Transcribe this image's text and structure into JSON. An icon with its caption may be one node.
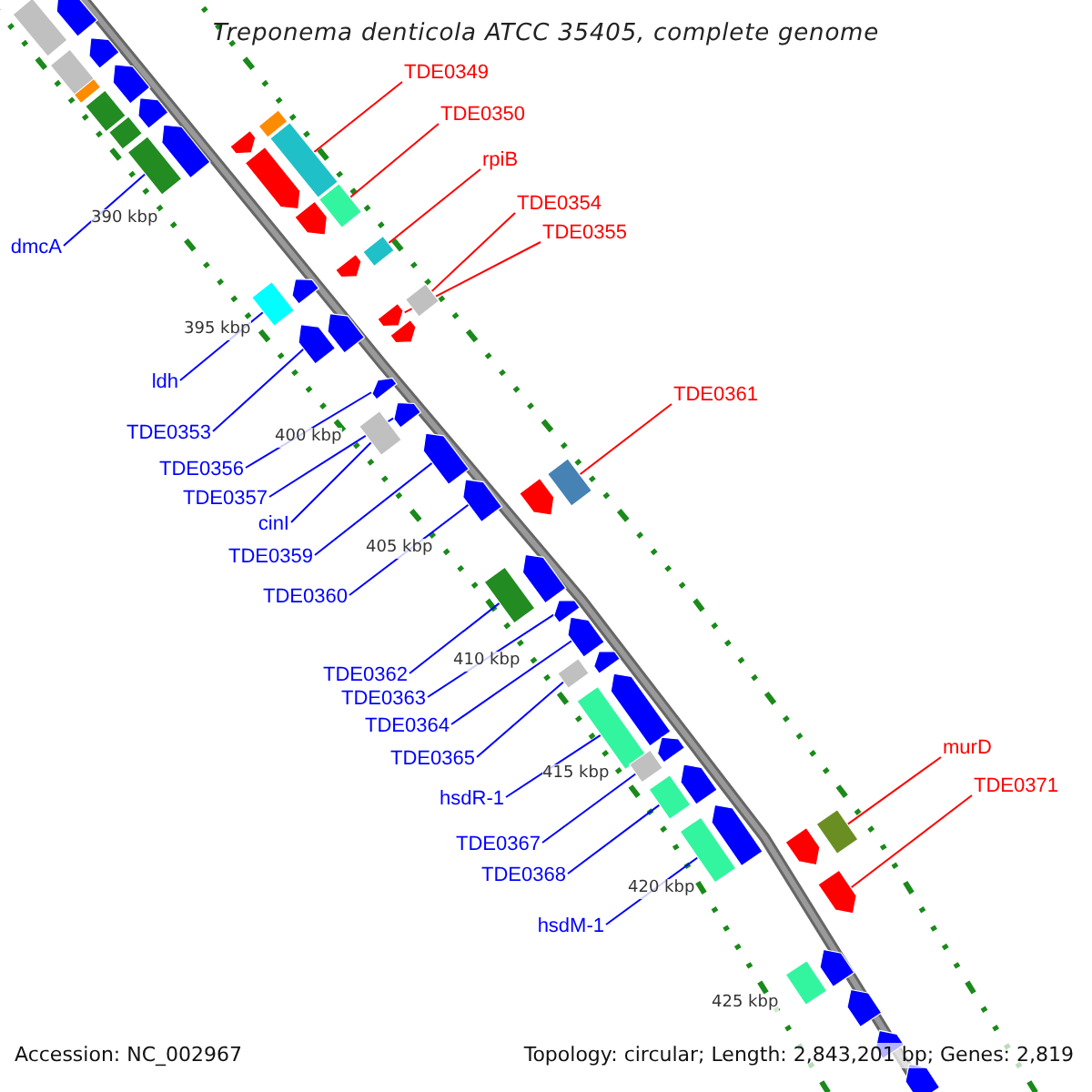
{
  "diagram": {
    "title": "Treponema denticola ATCC 35405, complete genome",
    "nodes": [
      {
        "text": [
          "TDE0349"
        ]
      },
      {
        "text": [
          "TDE0350"
        ]
      },
      {
        "text": [
          "rpiB"
        ]
      },
      {
        "text": [
          "TDE0354"
        ]
      },
      {
        "text": [
          "TDE0355"
        ]
      },
      {
        "text": [
          "dmcA"
        ]
      },
      {
        "text": [
          "ldh"
        ]
      },
      {
        "text": [
          "TDE0361"
        ]
      },
      {
        "text": [
          "TDE0353"
        ]
      },
      {
        "text": [
          "TDE0356"
        ]
      },
      {
        "text": [
          "TDE0357"
        ]
      },
      {
        "text": [
          "cinI"
        ]
      },
      {
        "text": [
          "TDE0359"
        ]
      },
      {
        "text": [
          "TDE0360"
        ]
      },
      {
        "text": [
          "TDE0362"
        ]
      },
      {
        "text": [
          "TDE0363"
        ]
      },
      {
        "text": [
          "TDE0364"
        ]
      },
      {
        "text": [
          "murD"
        ]
      },
      {
        "text": [
          "TDE0365"
        ]
      },
      {
        "text": [
          "TDE0371"
        ]
      },
      {
        "text": [
          "hsdR-1"
        ]
      },
      {
        "text": [
          "TDE0367"
        ]
      },
      {
        "text": [
          "TDE0368"
        ]
      },
      {
        "text": [
          "hsdM-1"
        ]
      },
      {
        "text": [],
        "shape": "arrow"
      },
      {
        "text": [],
        "shape": "box"
      },
      {
        "text": [],
        "shape": "arrow"
      },
      {
        "text": [],
        "shape": "box"
      },
      {
        "text": [],
        "shape": "arrow"
      },
      {
        "text": [],
        "shape": "box"
      },
      {
        "text": [],
        "shape": "arrow"
      },
      {
        "text": [],
        "shape": "box"
      },
      {
        "text": [],
        "shape": "box"
      },
      {
        "text": [],
        "shape": "box"
      },
      {
        "text": [],
        "shape": "arrow"
      },
      {
        "text": [],
        "shape": "arrow"
      },
      {
        "text": [],
        "shape": "box"
      },
      {
        "text": [],
        "shape": "box"
      },
      {
        "text": [],
        "shape": "arrow"
      },
      {
        "text": [],
        "shape": "box"
      },
      {
        "text": [],
        "shape": "arrow"
      },
      {
        "text": [],
        "shape": "box"
      },
      {
        "text": [],
        "shape": "arrow"
      },
      {
        "text": [],
        "shape": "arrow"
      },
      {
        "text": [],
        "shape": "box"
      },
      {
        "text": [],
        "shape": "box"
      },
      {
        "text": [],
        "shape": "arrow"
      },
      {
        "text": [],
        "shape": "arrow"
      },
      {
        "text": [],
        "shape": "arrow"
      },
      {
        "text": [],
        "shape": "arrow"
      },
      {
        "text": [],
        "shape": "arrow"
      },
      {
        "text": [],
        "shape": "arrow"
      },
      {
        "text": [],
        "shape": "box"
      },
      {
        "text": [],
        "shape": "arrow"
      },
      {
        "text": [],
        "shape": "box"
      },
      {
        "text": [],
        "shape": "arrow"
      },
      {
        "text": [],
        "shape": "arrow"
      },
      {
        "text": [],
        "shape": "arrow"
      },
      {
        "text": [],
        "shape": "box"
      },
      {
        "text": [],
        "shape": "arrow"
      },
      {
        "text": [],
        "shape": "arrow"
      },
      {
        "text": [],
        "shape": "arrow"
      },
      {
        "text": [],
        "shape": "box"
      },
      {
        "text": [],
        "shape": "arrow"
      },
      {
        "text": [],
        "shape": "box"
      },
      {
        "text": [],
        "shape": "arrow"
      },
      {
        "text": [],
        "shape": "box"
      },
      {
        "text": [],
        "shape": "arrow"
      },
      {
        "text": [],
        "shape": "box"
      },
      {
        "text": [],
        "shape": "arrow"
      },
      {
        "text": [],
        "shape": "box"
      },
      {
        "text": [],
        "shape": "box"
      },
      {
        "text": [],
        "shape": "arrow"
      },
      {
        "text": [],
        "shape": "arrow"
      },
      {
        "text": [],
        "shape": "arrow"
      },
      {
        "text": [],
        "shape": "box"
      },
      {
        "text": [],
        "shape": "arrow"
      },
      {
        "text": [],
        "shape": "arrow"
      },
      {
        "text": [],
        "shape": "arrow"
      }
    ],
    "edges": [
      {
        "from": 0,
        "to": 36,
        "arrow": "none",
        "color": "#ff0000"
      },
      {
        "from": 1,
        "to": 39,
        "arrow": "none",
        "color": "#ff0000"
      },
      {
        "from": 2,
        "to": 41,
        "arrow": "none",
        "color": "#ff0000"
      },
      {
        "from": 3,
        "to": 44,
        "arrow": "none",
        "color": "#ff0000"
      },
      {
        "from": 4,
        "to": 46,
        "arrow": "none",
        "color": "#ff0000"
      },
      {
        "from": 5,
        "to": 37,
        "arrow": "none"
      },
      {
        "from": 6,
        "to": 45,
        "arrow": "none"
      },
      {
        "from": 7,
        "to": 54,
        "arrow": "none",
        "color": "#ff0000"
      },
      {
        "from": 8,
        "to": 49,
        "arrow": "none"
      },
      {
        "from": 9,
        "to": 50,
        "arrow": "none"
      },
      {
        "from": 10,
        "to": 51,
        "arrow": "none"
      },
      {
        "from": 11,
        "to": 52,
        "arrow": "none"
      },
      {
        "from": 12,
        "to": 53,
        "arrow": "none"
      },
      {
        "from": 13,
        "to": 55,
        "arrow": "none"
      },
      {
        "from": 14,
        "to": 58,
        "arrow": "none"
      },
      {
        "from": 15,
        "to": 59,
        "arrow": "none"
      },
      {
        "from": 16,
        "to": 60,
        "arrow": "none"
      },
      {
        "from": 17,
        "to": 70,
        "arrow": "none",
        "color": "#ff0000"
      },
      {
        "from": 18,
        "to": 62,
        "arrow": "none"
      },
      {
        "from": 19,
        "to": 73,
        "arrow": "none",
        "color": "#ff0000"
      },
      {
        "from": 20,
        "to": 64,
        "arrow": "none"
      },
      {
        "from": 21,
        "to": 66,
        "arrow": "none"
      },
      {
        "from": 22,
        "to": 68,
        "arrow": "none"
      },
      {
        "from": 23,
        "to": 71,
        "arrow": "none"
      }
    ],
    "labels": [
      "390 kbp",
      "395 kbp",
      "400 kbp",
      "405 kbp",
      "410 kbp",
      "415 kbp",
      "420 kbp",
      "425 kbp",
      "Accession: NC_002967",
      "Topology: circular; Length: 2,843,201 bp; Genes: 2,819"
    ]
  }
}
